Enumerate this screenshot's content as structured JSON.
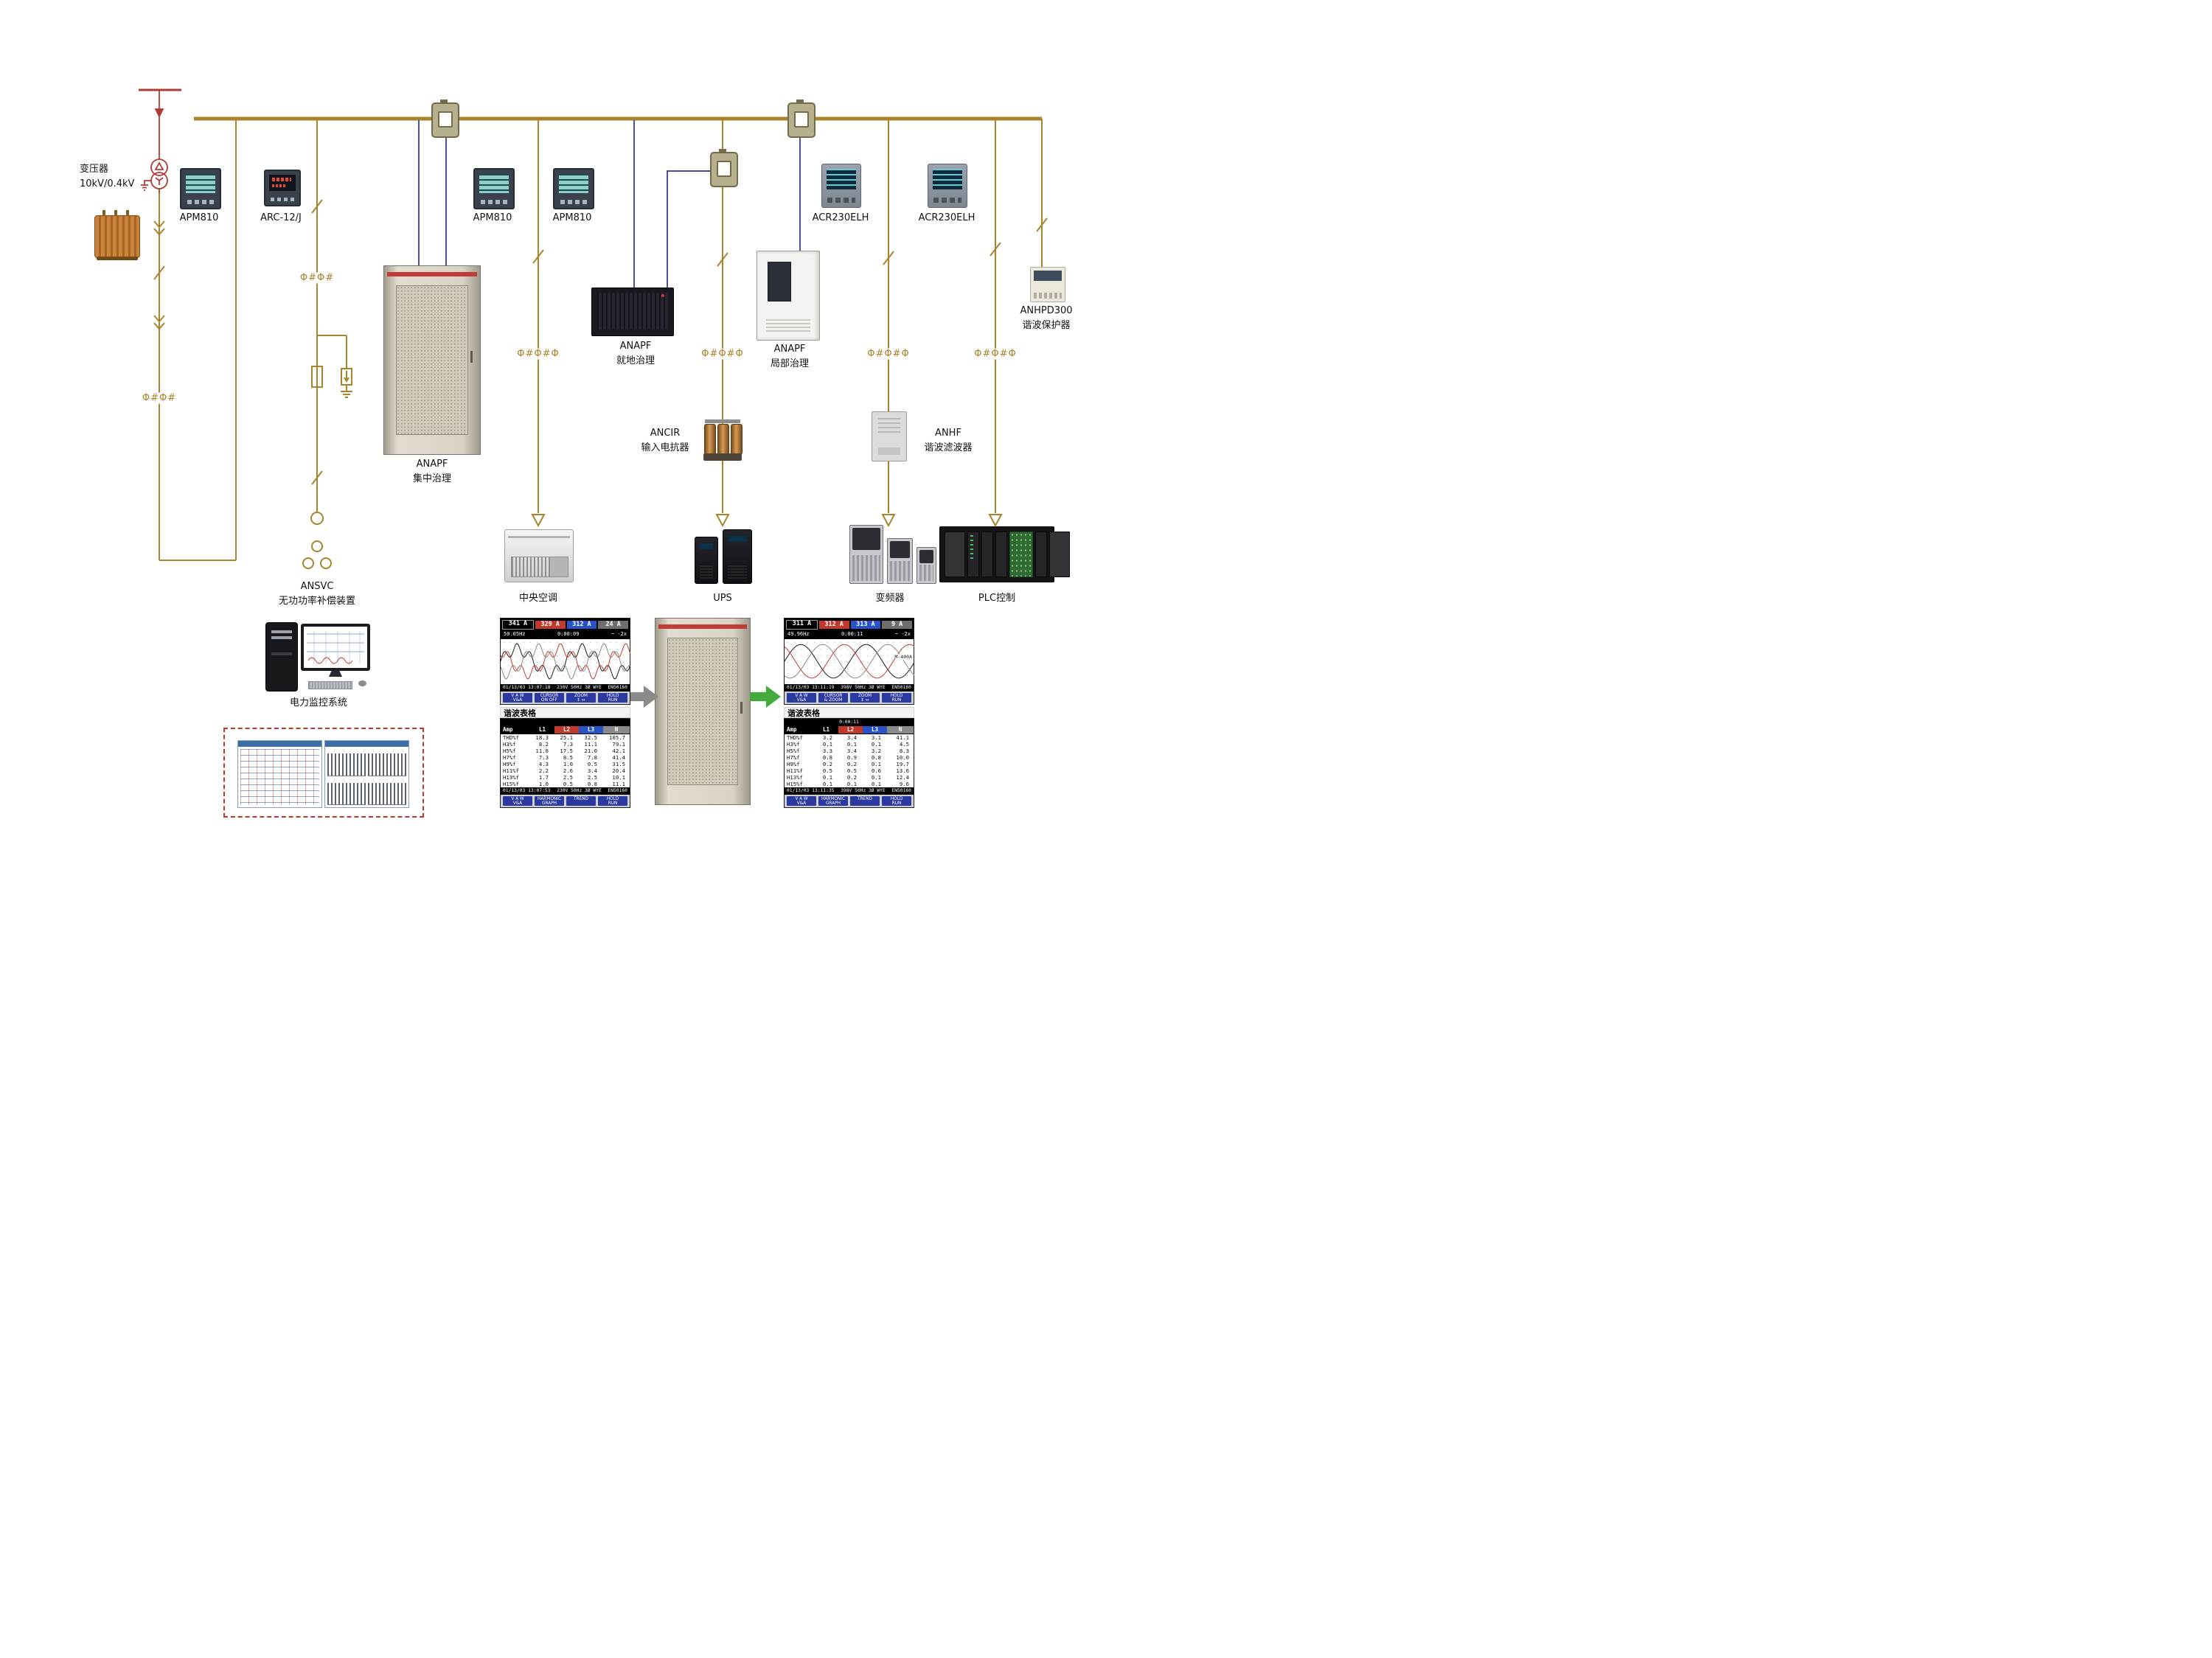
{
  "colors": {
    "bus_gold": "#a8842c",
    "incomer_red": "#b03a36",
    "ct_wire_blue": "#2e3192",
    "arrow_green": "#43aa3b",
    "arrow_gray": "#8a8a8a",
    "cabinet_band_red": "#c23b36"
  },
  "labels": {
    "transformer": "变压器\n10kV/0.4kV",
    "apm810": "APM810",
    "arc12j": "ARC-12/J",
    "acr230elh": "ACR230ELH",
    "anapf_central": "ANAPF\n集中治理",
    "anapf_onsite": "ANAPF\n就地治理",
    "anapf_partial": "ANAPF\n局部治理",
    "anhpd300": "ANHPD300\n谐波保护器",
    "ancir": "ANCIR\n输入电抗器",
    "anhf": "ANHF\n谐波滤波器",
    "ansvc": "ANSVC\n无功功率补偿装置",
    "central_ac": "中央空调",
    "ups": "UPS",
    "vfd": "变频器",
    "plc": "PLC控制",
    "monitor_system": "电力监控系统",
    "harmonic_table": "谐波表格"
  },
  "symbols": {
    "ct2": "Φ#Φ#",
    "ct3": "Φ#Φ#Φ"
  },
  "screens": {
    "before": {
      "values": [
        "341 A",
        "329 A",
        "312 A",
        "24 A"
      ],
      "freq": "50.05Hz",
      "elapsed": "0:00:09",
      "range": "~ -2x",
      "amp_label": "",
      "status_left": "01/13/03 13:07:18",
      "status_mid": "230V 50Hz 3Ø WYE",
      "status_right": "EN50160",
      "wave_keys": [
        "V A W\nV&A",
        "CURSOR\nON OFF",
        "ZOOM\n↕ ↔",
        "HOLD\nRUN"
      ],
      "table_time": "",
      "table_header": [
        "Amp",
        "L1",
        "L2",
        "L3",
        "N"
      ],
      "rows": [
        [
          "THD%f",
          "18.3",
          "25.1",
          "32.5",
          "105.7"
        ],
        [
          "H3%f",
          "8.2",
          "7.3",
          "11.1",
          "79.1"
        ],
        [
          "H5%f",
          "11.8",
          "17.5",
          "21.0",
          "42.1"
        ],
        [
          "H7%f",
          "7.3",
          "8.5",
          "7.8",
          "41.4"
        ],
        [
          "H9%f",
          "4.3",
          "1.0",
          "0.5",
          "31.5"
        ],
        [
          "H11%f",
          "2.2",
          "2.6",
          "3.4",
          "20.4"
        ],
        [
          "H13%f",
          "1.7",
          "2.5",
          "2.5",
          "10.1"
        ],
        [
          "H15%f",
          "1.0",
          "0.5",
          "0.8",
          "11.1"
        ]
      ],
      "status2_left": "01/13/03 13:07:53",
      "status2_mid": "230V 50Hz 3Ø WYE",
      "status2_right": "EN50160",
      "table_keys": [
        "V A W\nV&A",
        "HARMONIC\nGRAPH",
        "TREND",
        "HOLD\nRUN"
      ]
    },
    "after": {
      "values": [
        "311 A",
        "312 A",
        "313 A",
        "9 A"
      ],
      "freq": "49.96Hz",
      "elapsed": "0:00:11",
      "range": "~ -2x",
      "amp_label": "M-400A",
      "status_left": "01/13/03 13:11:19",
      "status_mid": "398V 50Hz 3Ø WYE",
      "status_right": "EN50160",
      "wave_keys": [
        "V A W\nV&A",
        "CURSOR\n& ZOOM",
        "ZOOM\n↕ ↔",
        "HOLD\nRUN"
      ],
      "table_time": "0:00:11",
      "table_header": [
        "Amp",
        "L1",
        "L2",
        "L3",
        "N"
      ],
      "rows": [
        [
          "THD%f",
          "3.2",
          "3.4",
          "3.1",
          "41.1"
        ],
        [
          "H3%f",
          "0.1",
          "0.1",
          "0.1",
          "4.5"
        ],
        [
          "H5%f",
          "3.3",
          "3.4",
          "3.2",
          "8.3"
        ],
        [
          "H7%f",
          "0.8",
          "0.9",
          "0.8",
          "10.0"
        ],
        [
          "H9%f",
          "0.2",
          "0.2",
          "0.1",
          "19.7"
        ],
        [
          "H11%f",
          "0.5",
          "0.5",
          "0.6",
          "13.6"
        ],
        [
          "H13%f",
          "0.1",
          "0.2",
          "0.1",
          "12.4"
        ],
        [
          "H15%f",
          "0.1",
          "0.1",
          "0.1",
          "9.6"
        ]
      ],
      "status2_left": "01/13/03 13:11:35",
      "status2_mid": "398V 50Hz 3Ø WYE",
      "status2_right": "EN50160",
      "table_keys": [
        "V A W\nV&A",
        "HARMONIC\nGRAPH",
        "TREND",
        "HOLD\nRUN"
      ]
    }
  }
}
